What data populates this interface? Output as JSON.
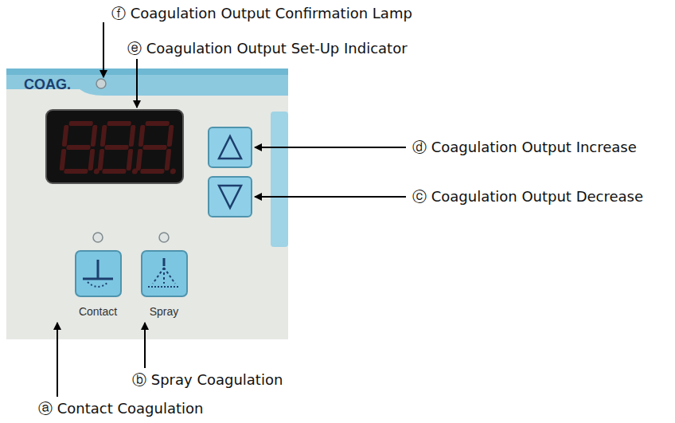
{
  "diagram": {
    "labels": [
      "ⓕ Coagulation Output Confirmation Lamp",
      "ⓔ Coagulation Output Set-Up Indicator",
      "ⓓ Coagulation Output Increase",
      "ⓒ Coagulation Output Decrease",
      "ⓑ Spray Coagulation",
      "ⓐ Contact Coagulation",
      "COAG.",
      "Contact",
      "Spray"
    ]
  }
}
